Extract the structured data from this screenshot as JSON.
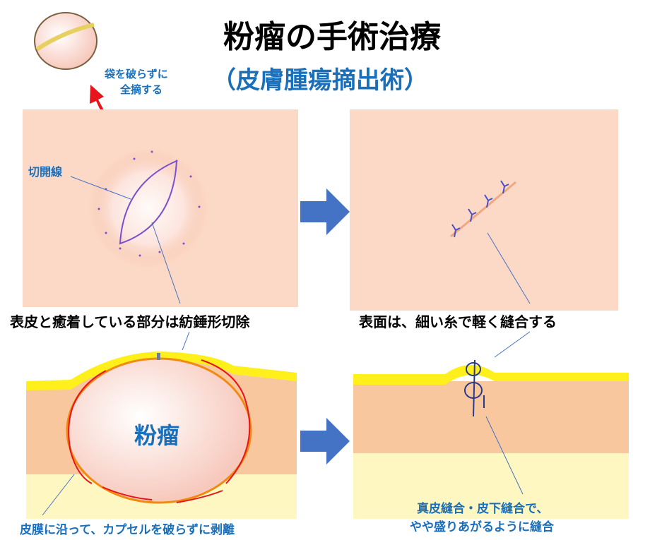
{
  "title": "粉瘤の手術治療",
  "subtitle": "（皮膚腫瘍摘出術）",
  "labels": {
    "remove_line1": "袋を破らずに",
    "remove_line2": "全摘する",
    "incision_line": "切開線",
    "caption_excision": "表皮と癒着している部分は紡錘形切除",
    "caption_suture": "表面は、細い糸で軽く縫合する",
    "cyst": "粉瘤",
    "caption_peel": "皮膜に沿って、カプセルを破らずに剥離",
    "caption_deep_line1": "真皮縫合・皮下縫合で、",
    "caption_deep_line2": "やや盛りあがるように縫合"
  },
  "colors": {
    "accent_blue": "#1a6fba",
    "skin": "#fcd9c6",
    "epidermis": "#ffef1a",
    "dermis": "#f9c79d",
    "fat": "#fff7c2",
    "arrow_red": "#e8141b",
    "arrow_blue": "#4472c4",
    "incision": "#7b4fd1"
  }
}
